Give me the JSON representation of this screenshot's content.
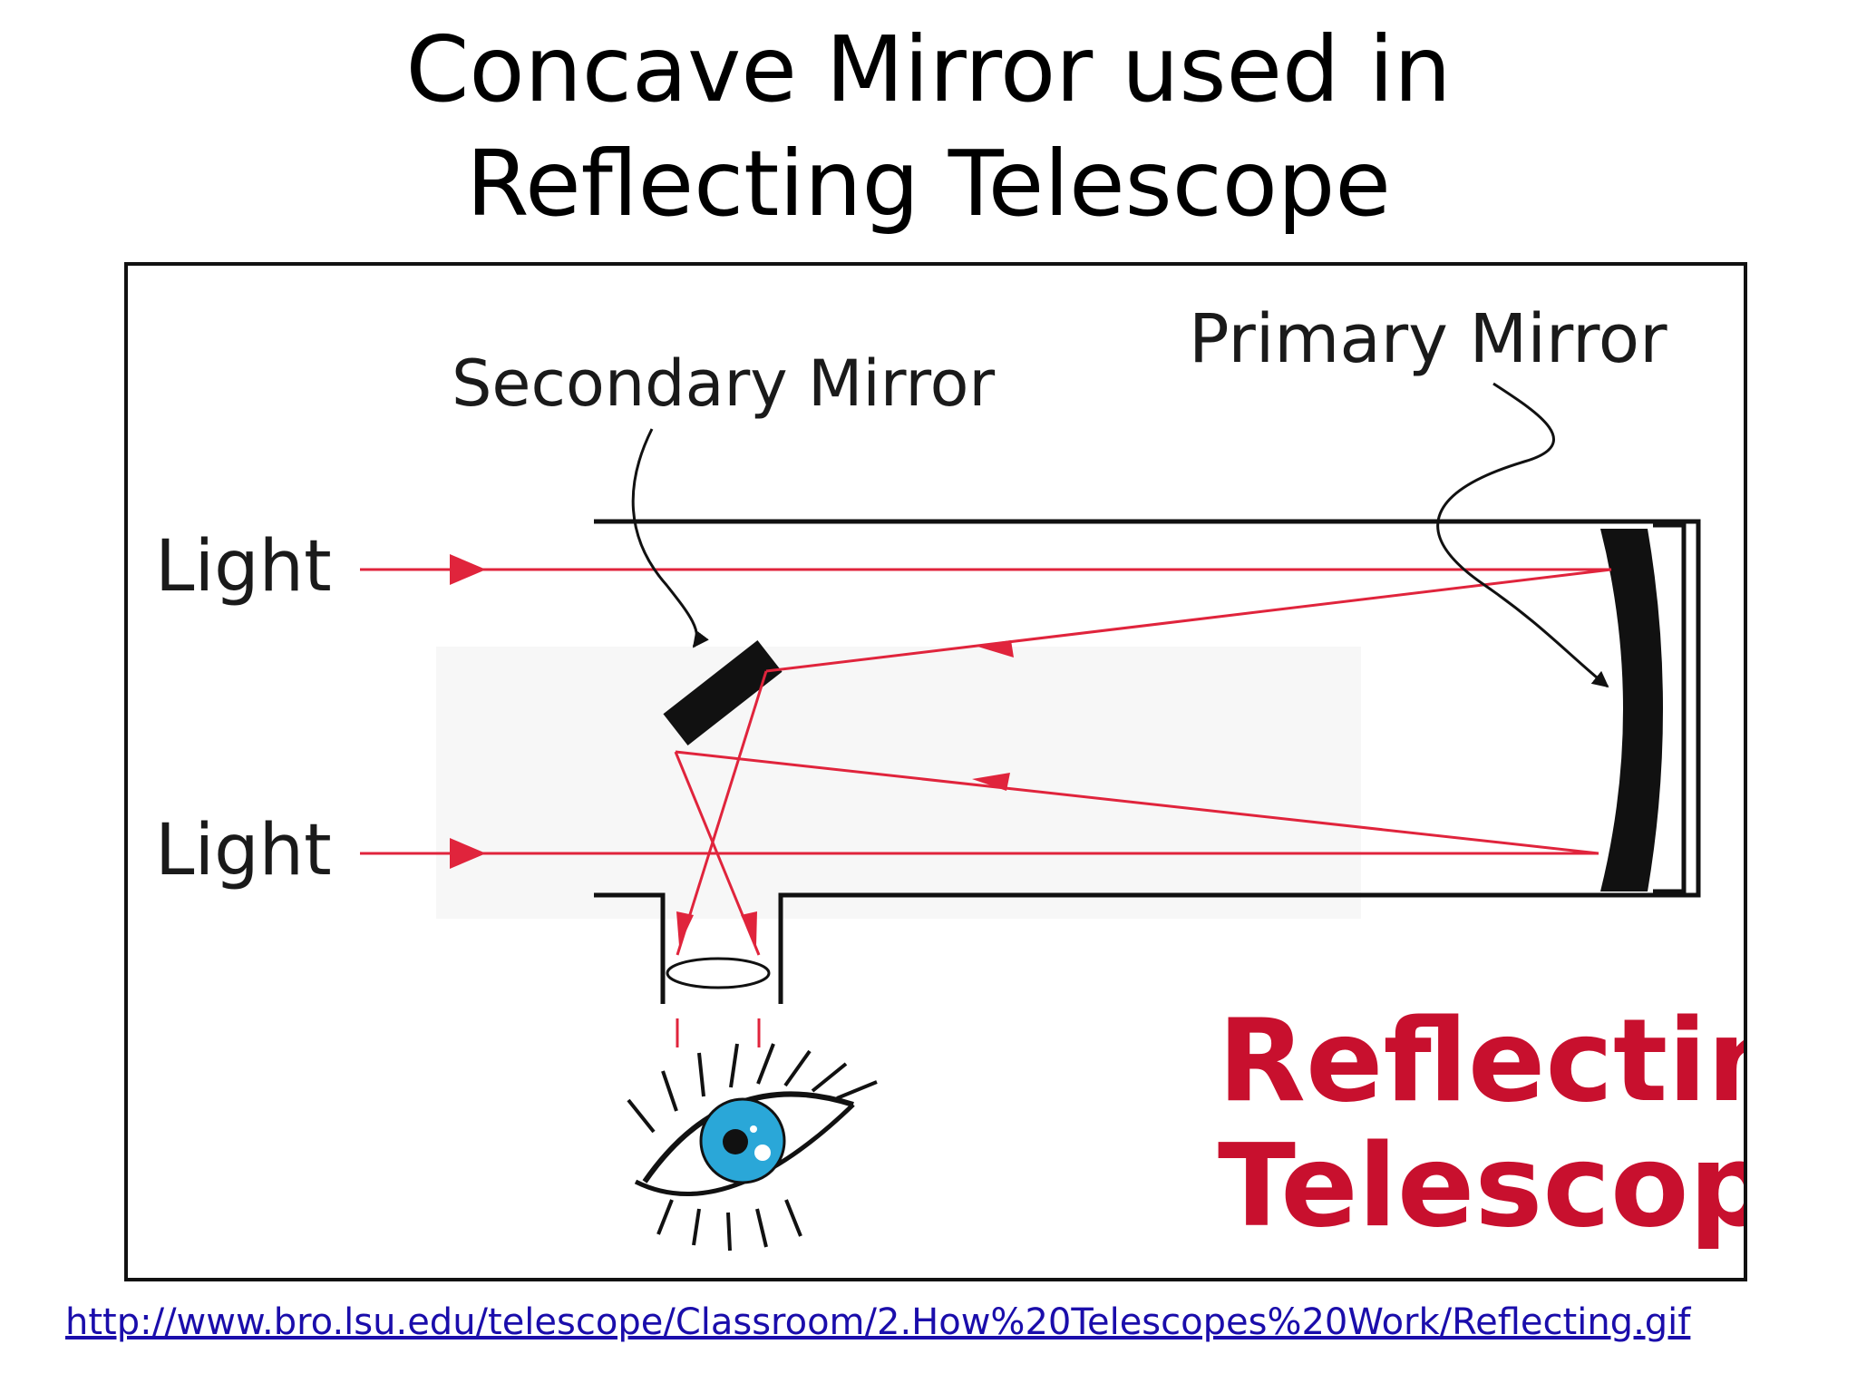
{
  "title": {
    "line1": "Concave Mirror used in",
    "line2": "Reflecting Telescope"
  },
  "diagram": {
    "labels": {
      "primary_mirror": "Primary Mirror",
      "secondary_mirror": "Secondary Mirror",
      "light_top": "Light",
      "light_bottom": "Light",
      "caption_line1": "Reflecting",
      "caption_line2": "Telescope"
    },
    "colors": {
      "light_ray": "#e0243c",
      "caption": "#c8102e",
      "iris": "#2aa7d8",
      "outline": "#111111"
    },
    "icons": [
      "eye-icon",
      "arrowhead-icon"
    ]
  },
  "source": {
    "url": "http://www.bro.lsu.edu/telescope/Classroom/2.How%20Telescopes%20Work/Reflecting.gif"
  }
}
